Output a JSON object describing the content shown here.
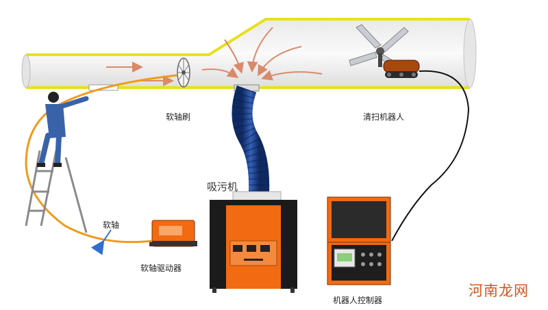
{
  "labels": {
    "brush": "软轴刷",
    "robot": "清扫机器人",
    "vacuum": "吸污机",
    "shaft": "软轴",
    "driver": "软轴驱动器",
    "controller": "机器人控制器"
  },
  "watermark": "河南龙网",
  "colors": {
    "duct_fill": "#f1f1f1",
    "duct_edge": "#e8e01a",
    "hose": "#1c3f8c",
    "cable_orange": "#f09a1a",
    "machine_orange": "#f26a12",
    "machine_black": "#1b1b1b",
    "worker": "#3a62a8",
    "airflow_arrow": "#d98a6a",
    "watermark": "#d4541c"
  },
  "icons": [
    "duct-pipe",
    "soft-shaft-brush",
    "cleaning-robot",
    "vacuum-machine",
    "shaft-driver",
    "robot-controller",
    "worker-on-ladder",
    "airflow-arrow"
  ]
}
